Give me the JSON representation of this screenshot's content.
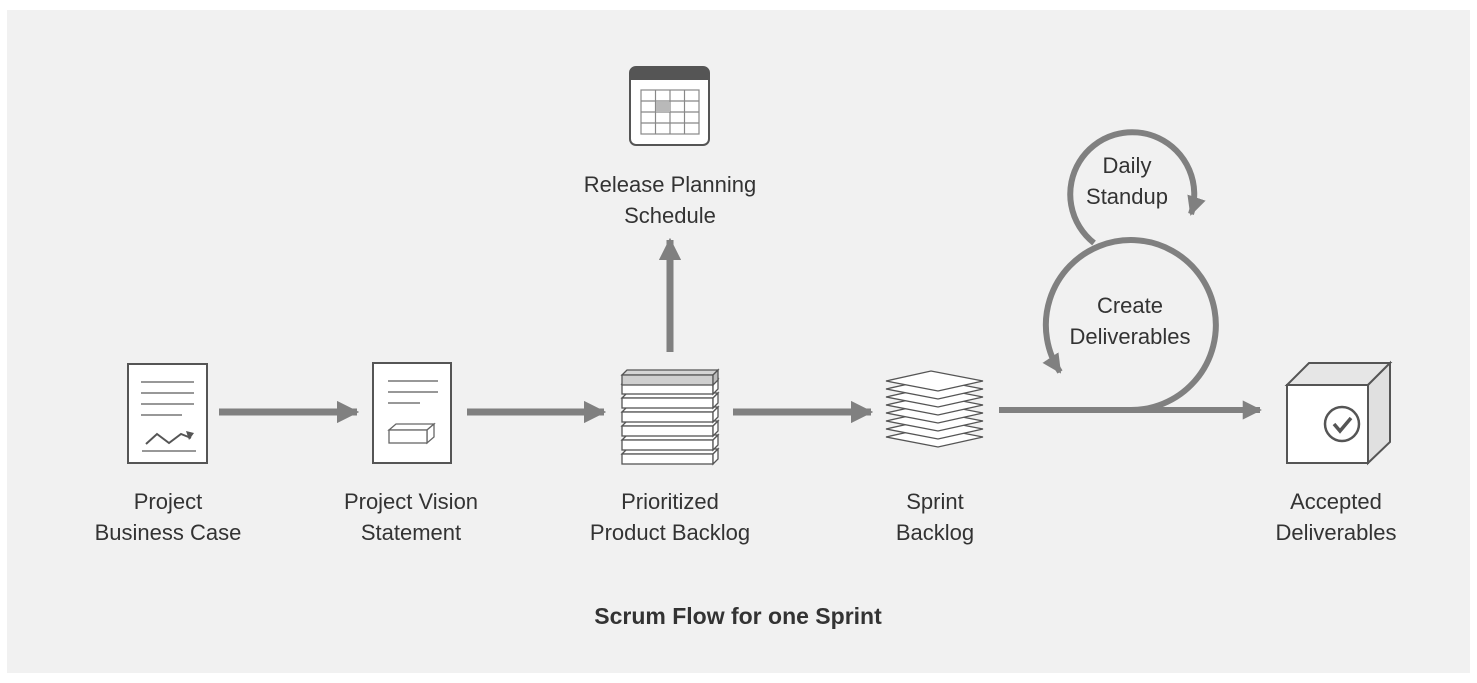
{
  "diagram": {
    "caption": "Scrum Flow for one Sprint",
    "nodes": {
      "business_case": {
        "line1": "Project",
        "line2": "Business Case",
        "icon": "document-chart-icon"
      },
      "vision": {
        "line1": "Project Vision",
        "line2": "Statement",
        "icon": "document-box-icon"
      },
      "product_backlog": {
        "line1": "Prioritized",
        "line2": "Product Backlog",
        "icon": "stacked-backlog-icon"
      },
      "release_schedule": {
        "line1": "Release Planning",
        "line2": "Schedule",
        "icon": "calendar-icon"
      },
      "sprint_backlog": {
        "line1": "Sprint",
        "line2": "Backlog",
        "icon": "stacked-sheets-icon"
      },
      "daily_standup": {
        "line1": "Daily",
        "line2": "Standup"
      },
      "create_deliverables": {
        "line1": "Create",
        "line2": "Deliverables"
      },
      "accepted": {
        "line1": "Accepted",
        "line2": "Deliverables",
        "icon": "checked-box-icon"
      }
    }
  },
  "colors": {
    "background": "#f1f1f1",
    "arrow": "#808080",
    "icon_stroke": "#555555",
    "text": "#333333"
  }
}
